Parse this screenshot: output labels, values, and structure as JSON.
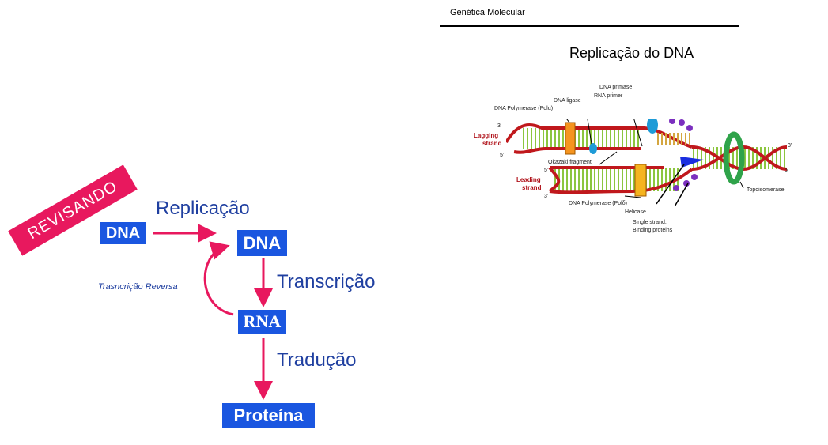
{
  "left": {
    "banner": "REVISANDO",
    "box_dna_1": "DNA",
    "box_dna_2": "DNA",
    "box_rna": "RNA",
    "box_protein": "Proteína",
    "label_replication": "Replicação",
    "label_transcription": "Transcrição",
    "label_translation": "Tradução",
    "label_reverse": "Trasncrição Reversa"
  },
  "right": {
    "header": "Genética Molecular",
    "title": "Replicação do DNA",
    "labels": {
      "dna_primase": "DNA primase",
      "rna_primer": "RNA primer",
      "dna_ligase": "DNA ligase",
      "dna_pol_alpha": "DNA Polymerase (Polα)",
      "lagging_1": "Lagging",
      "lagging_2": "strand",
      "leading_1": "Leading",
      "leading_2": "strand",
      "okazaki": "Okazaki fragment",
      "dna_pol_delta": "DNA Polymerase (Polδ)",
      "helicase": "Helicase",
      "ssb_1": "Single strand,",
      "ssb_2": "Binding proteins",
      "topoisomerase": "Topoisomerase",
      "p3_top": "3'",
      "p5_top": "5'",
      "p5_mid": "5'",
      "p3_bottom": "3'",
      "p3_right": "3'",
      "p5_right": "5'"
    }
  },
  "colors": {
    "arrow": "#e8185e",
    "box": "#1a56e0",
    "label_blue": "#1f3fa0",
    "backbone": "#c0181c",
    "rungs": "#8cc63f",
    "primer": "#d4a640"
  }
}
